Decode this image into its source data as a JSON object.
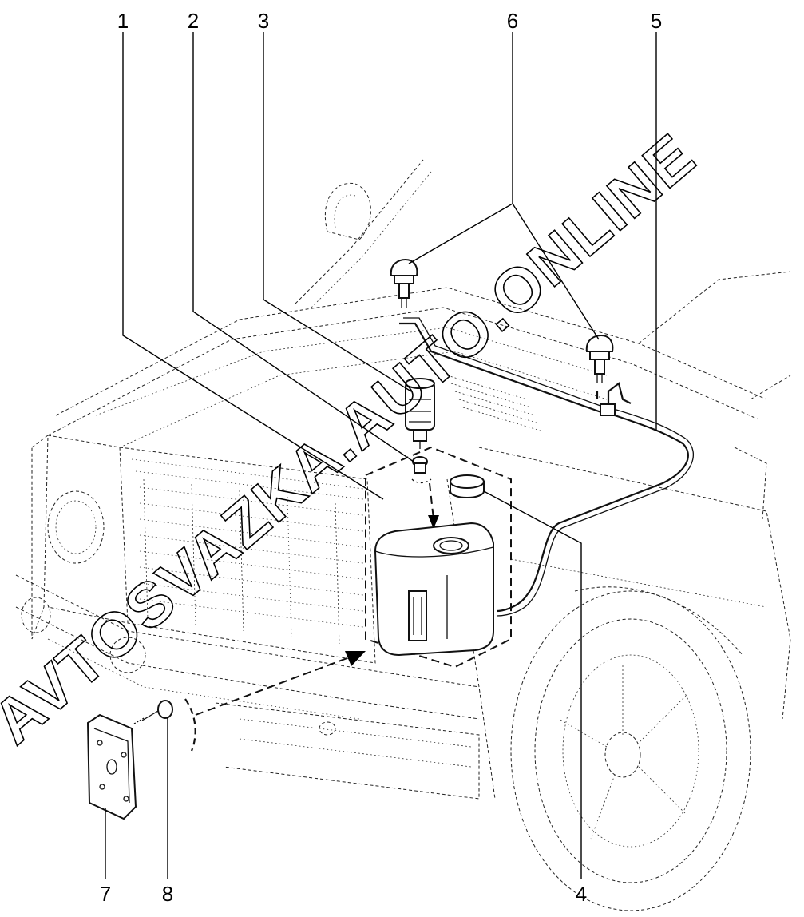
{
  "callouts": [
    {
      "id": "1",
      "label": "1"
    },
    {
      "id": "2",
      "label": "2"
    },
    {
      "id": "3",
      "label": "3"
    },
    {
      "id": "4",
      "label": "4"
    },
    {
      "id": "5",
      "label": "5"
    },
    {
      "id": "6",
      "label": "6"
    },
    {
      "id": "7",
      "label": "7"
    },
    {
      "id": "8",
      "label": "8"
    }
  ],
  "watermark": {
    "text": "AVTOSVAZKA.AUTO.ONLINE"
  },
  "colors": {
    "ink": "#111111",
    "background": "#ffffff"
  }
}
